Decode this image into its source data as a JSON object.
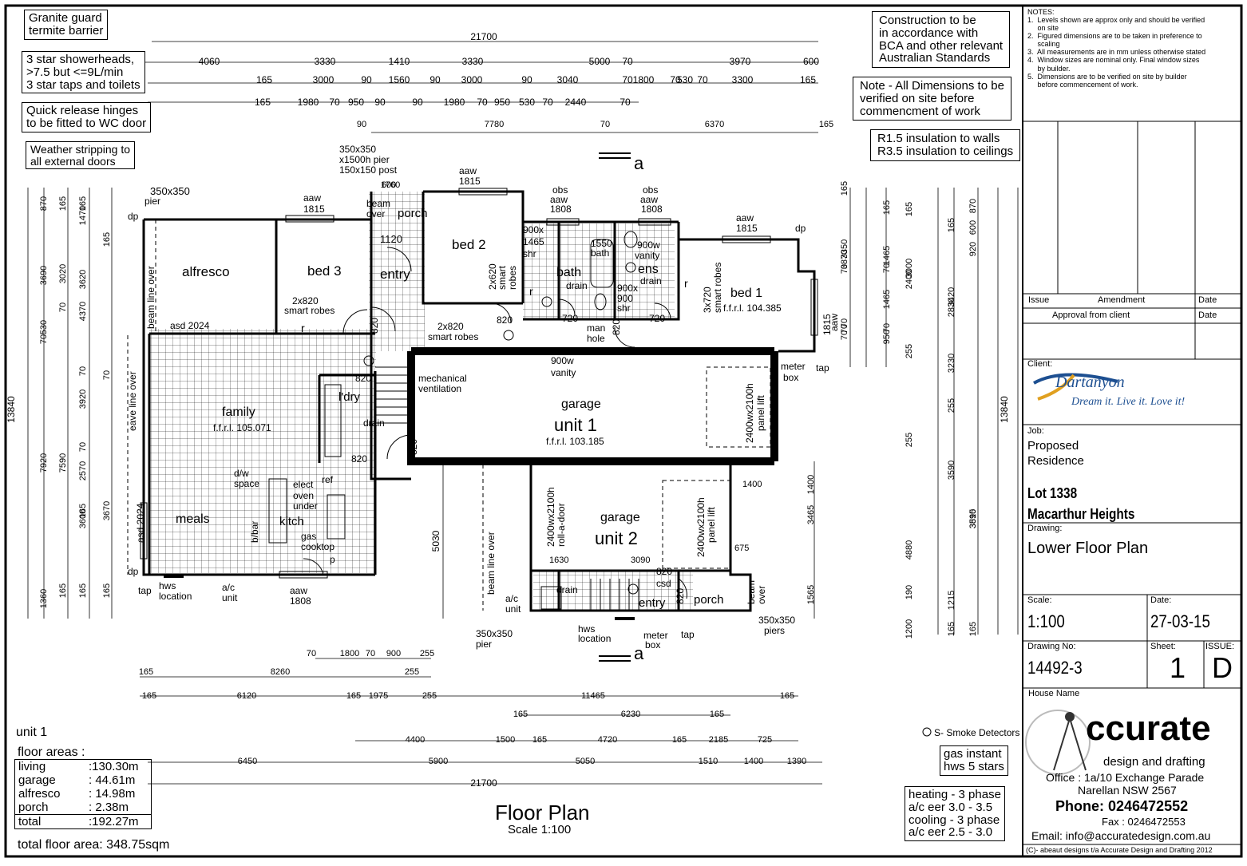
{
  "notes_left": [
    {
      "lines": [
        "Granite guard",
        "termite barrier"
      ]
    },
    {
      "lines": [
        "3 star showerheads,",
        ">7.5 but <=9L/min",
        "3 star taps and toilets"
      ]
    },
    {
      "lines": [
        "Quick release hinges",
        "to be fitted to WC door"
      ]
    },
    {
      "lines": [
        "Weather stripping to",
        "all external doors"
      ]
    }
  ],
  "notes_top": [
    {
      "lines": [
        "Construction to be",
        "in accordance with",
        "BCA and other relevant",
        "Australian Standards"
      ]
    },
    {
      "lines": [
        "Note - All Dimensions to be",
        "verified on site before",
        "commencment of work"
      ]
    },
    {
      "lines": [
        "R1.5 insulation to walls",
        "R3.5 insulation to ceilings"
      ]
    }
  ],
  "general_notes": {
    "heading": "NOTES:",
    "items": [
      "1.  Levels shown are approx only and should be verified",
      "     on site",
      "2.  Figured dimensions are to be taken in preference to",
      "     scaling",
      "3.  All measurements are in mm unless otherwise stated",
      "4.  Window sizes are nominal only. Final window sizes",
      "     by builder.",
      "5.  Dimensions are to be verified on site by builder",
      "     before commencement of work."
    ]
  },
  "title_block": {
    "issue_label": "Issue",
    "amendment_label": "Amendment",
    "date_label": "Date",
    "approval_label": "Approval from client",
    "date_label_2": "Date",
    "client_label": "Client:",
    "client_logo_name": "Dartanyon",
    "client_slogan": "Dream it. Live it. Love it!",
    "job_label": "Job:",
    "job_lines": [
      "Proposed",
      "Residence"
    ],
    "lot": "Lot 1338",
    "estate": "Macarthur Heights",
    "drawing_label": "Drawing:",
    "drawing_name": "Lower Floor Plan",
    "scale_label": "Scale:",
    "scale_value": "1:100",
    "date_field_label": "Date:",
    "date_value": "27-03-15",
    "drawing_no_label": "Drawing No:",
    "drawing_no": "14492-3",
    "sheet_label": "Sheet:",
    "sheet_no": "1",
    "issue_field_label": "ISSUE:",
    "issue_value": "D",
    "house_name_label": "House Name",
    "company_logo": "ccurate",
    "company_tagline": "design and drafting",
    "office": "Office : 1a/10 Exchange Parade",
    "suburb": "Narellan NSW 2567",
    "phone": "Phone: 0246472552",
    "fax": "Fax : 0246472553",
    "email": "Email: info@accuratedesign.com.au",
    "copyright": "(C)- abeaut designs t/a Accurate Design and Drafting 2012"
  },
  "area_schedule": {
    "unit": "unit 1",
    "heading": "floor areas :",
    "rows": [
      {
        "label": "living",
        "value": ":130.30m"
      },
      {
        "label": "garage",
        "value": ":  44.61m"
      },
      {
        "label": "alfresco",
        "value": ":  14.98m"
      },
      {
        "label": "porch",
        "value": ":    2.38m"
      },
      {
        "label": "total",
        "value": ":192.27m"
      }
    ],
    "total_floor_area": "total floor area: 348.75sqm"
  },
  "plan_title": "Floor Plan",
  "plan_scale": "Scale 1:100",
  "smoke_legend": "S- Smoke Detectors",
  "hws_note": [
    "gas instant",
    "hws 5 stars"
  ],
  "hvac_note": [
    "heating - 3 phase",
    "a/c eer 3.0 - 3.5",
    "cooling - 3 phase",
    "a/c eer 2.5 - 3.0"
  ],
  "section_marker": "a",
  "rooms": {
    "alfresco": "alfresco",
    "bed3": "bed 3",
    "entry": "entry",
    "porch": "porch",
    "bed2": "bed 2",
    "bath": "bath",
    "ens": "ens",
    "bed1": "bed 1",
    "bed1_level": "f.f.r.l. 104.385",
    "family": "family",
    "family_level": "f.f.r.l. 105.071",
    "meals": "meals",
    "kitch": "kitch",
    "ldry": "l'dry",
    "garage1": "garage",
    "unit1": "unit 1",
    "garage1_level": "f.f.r.l. 103.185",
    "garage2": "garage",
    "unit2": "unit 2",
    "entry2": "entry",
    "porch2": "porch"
  },
  "labels": [
    "350x350",
    "x1500h pier",
    "150x150 post",
    "350x350",
    "pier",
    "aaw",
    "1815",
    "beam",
    "over",
    "1120",
    "aaw",
    "1815",
    "obs",
    "aaw",
    "1808",
    "obs",
    "aaw",
    "1808",
    "aaw",
    "1815",
    "dp",
    "dp",
    "2x820",
    "smart robes",
    "asd 2024",
    "beam line over",
    "eave line over",
    "900x",
    "1465",
    "shr",
    "1550",
    "bath",
    "900w",
    "vanity",
    "drain",
    "drain",
    "900x",
    "900",
    "shr",
    "720",
    "720",
    "820",
    "820",
    "820",
    "man",
    "hole",
    "2x620",
    "smart",
    "robes",
    "r",
    "r",
    "r",
    "3x720",
    "smart robes",
    "aaw",
    "1815",
    "2x820",
    "smart robes",
    "900w",
    "vanity",
    "mechanical",
    "ventilation",
    "2400wx2100h",
    "panel lift",
    "meter",
    "box",
    "tap",
    "820",
    "drain",
    "820",
    "820",
    "d/w",
    "space",
    "elect",
    "oven",
    "under",
    "ref",
    "b/bar",
    "gas",
    "cooktop",
    "p",
    "asd 2024",
    "dp",
    "tap",
    "hws",
    "location",
    "a/c",
    "unit",
    "aaw",
    "1808",
    "beam line over",
    "2400wx2100h",
    "roll-a-door",
    "2400wx2100h",
    "panel lift",
    "1630",
    "3090",
    "820",
    "csd",
    "820",
    "a/c",
    "unit",
    "drain",
    "hws",
    "location",
    "meter",
    "box",
    "tap",
    "350x350",
    "pier",
    "beam",
    "over",
    "350x350",
    "piers",
    "1400",
    "675"
  ],
  "dimensions": {
    "top_row1": [
      "21700"
    ],
    "top_row2": [
      "4060",
      "3330",
      "1410",
      "3330",
      "5000",
      "70",
      "3970",
      "600"
    ],
    "top_row3": [
      "165",
      "3000",
      "90",
      "1560",
      "90",
      "3000",
      "90",
      "3040",
      "70",
      "1800",
      "70",
      "530",
      "70",
      "3300",
      "165"
    ],
    "top_row4": [
      "165",
      "1980",
      "70",
      "950",
      "90",
      "90",
      "1980",
      "70",
      "950",
      "530",
      "70",
      "2440",
      "70"
    ],
    "top_row5": [
      "90",
      "7780",
      "70",
      "6370",
      "165"
    ],
    "top_misc": [
      "1760",
      "600"
    ],
    "left_outer": [
      "13840"
    ],
    "left_row1": [
      "870",
      "3690",
      "530",
      "70",
      "7920",
      "1360"
    ],
    "left_row2": [
      "165",
      "3020",
      "70",
      "7590",
      "165"
    ],
    "left_row3": [
      "165",
      "1470",
      "3620",
      "4370",
      "70",
      "3920",
      "70",
      "2570",
      "165",
      "3600",
      "165"
    ],
    "left_row4": [
      "165",
      "70",
      "3670",
      "165"
    ],
    "left_misc": [
      "5030"
    ],
    "right_outer": [
      "13840"
    ],
    "right_row1": [
      "165",
      "3350",
      "3870",
      "70",
      "70",
      "70",
      "70"
    ],
    "right_row2": [
      "165",
      "1465",
      "70",
      "1465",
      "70",
      "950"
    ],
    "right_row3": [
      "165",
      "3000",
      "2400",
      "255",
      "255",
      "4880",
      "190",
      "1200",
      "165"
    ],
    "right_row4": [
      "165",
      "3420",
      "2830",
      "3230",
      "255",
      "3590",
      "1215",
      "165"
    ],
    "right_row5": [
      "870",
      "600",
      "920",
      "3590",
      "3815",
      "165"
    ],
    "right_misc": [
      "3465",
      "1565",
      "1400"
    ],
    "bottom_row1": [
      "70",
      "1800",
      "70",
      "900",
      "255"
    ],
    "bottom_row2": [
      "165",
      "8260",
      "255"
    ],
    "bottom_row3": [
      "165",
      "6120",
      "165",
      "1975",
      "255",
      "11465",
      "165"
    ],
    "bottom_row4": [
      "165",
      "6230",
      "165"
    ],
    "bottom_row5": [
      "4400",
      "1500",
      "165",
      "4720",
      "165",
      "2185",
      "725"
    ],
    "bottom_row6": [
      "6450",
      "5900",
      "5050",
      "1510",
      "1400",
      "1390"
    ],
    "bottom_row7": [
      "21700"
    ]
  }
}
